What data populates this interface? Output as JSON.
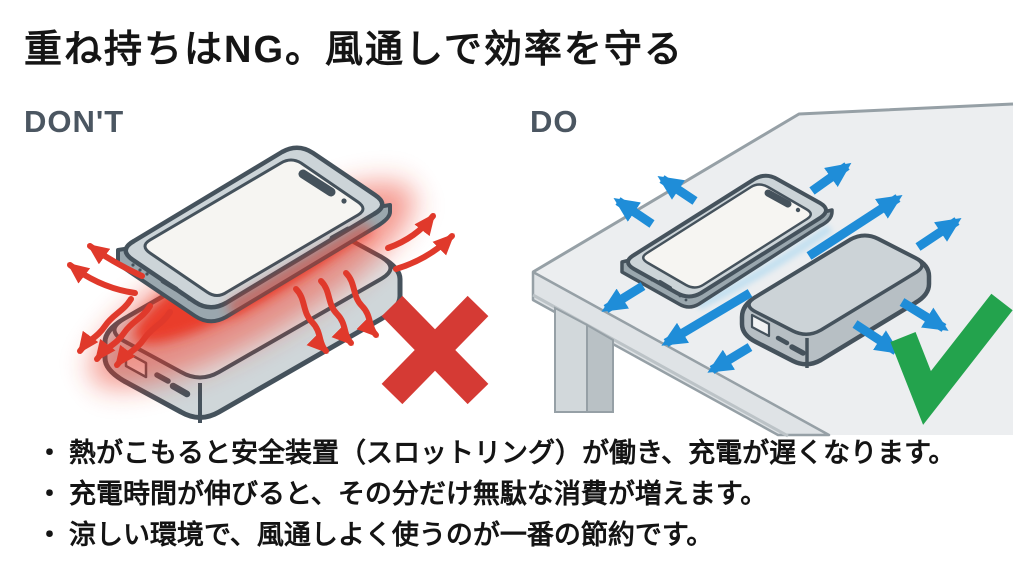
{
  "title": "重ね持ちはNG。風通しで効率を守る",
  "panels": {
    "dont": {
      "label": "DON'T",
      "icon": "cross-icon",
      "meaning": "stacked-charging-prohibited"
    },
    "do": {
      "label": "DO",
      "icon": "check-icon",
      "meaning": "ventilated-separate-charging"
    }
  },
  "bullet_marker": "・",
  "bullets": [
    "熱がこもると安全装置（スロットリング）が働き、充電が遅くなります。",
    "充電時間が伸びると、その分だけ無駄な消費が増えます。",
    "涼しい環境で、風通しよく使うのが一番の節約です。"
  ],
  "colors": {
    "heat_red": "#e0392b",
    "cross_red": "#d53a34",
    "air_blue": "#1f8dd8",
    "check_green": "#23a34d",
    "label_slate": "#4b5661",
    "device_outline": "#45525c",
    "table_gray": "#eceef0"
  }
}
